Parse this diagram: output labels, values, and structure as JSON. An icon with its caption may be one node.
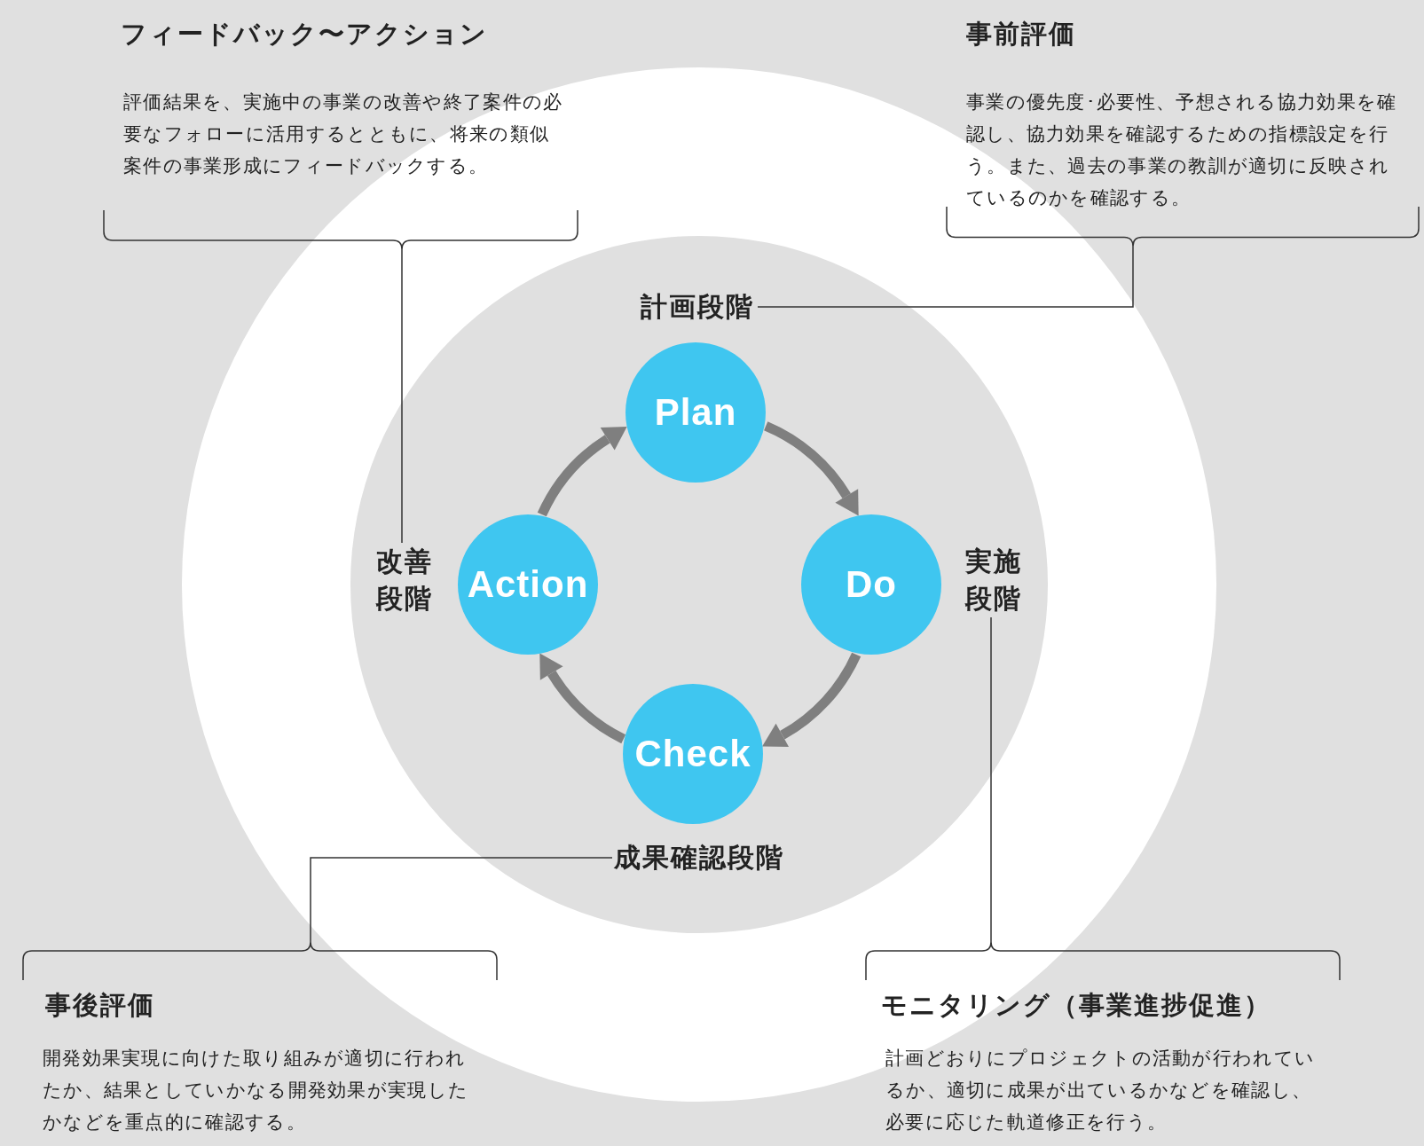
{
  "diagram": {
    "nodes": [
      {
        "text": [
          "Plan"
        ]
      },
      {
        "text": [
          "Do"
        ]
      },
      {
        "text": [
          "Check"
        ]
      },
      {
        "text": [
          "Action"
        ]
      },
      {
        "text": [
          "計画段階"
        ]
      },
      {
        "text": [
          "実施段階"
        ]
      },
      {
        "text": [
          "成果確認段階"
        ]
      },
      {
        "text": [
          "改善段階"
        ]
      },
      {
        "text": [
          "事前評価",
          "事業の優先度･必要性、予想される協力効果を確認し、協力効果を確認するための指標設定を行う。また、過去の事業の教訓が適切に反映されているのかを確認する。"
        ]
      },
      {
        "text": [
          "モニタリング（事業進捗促進）",
          "計画どおりにプロジェクトの活動が行われているか、適切に成果が出ているかなどを確認し、必要に応じた軌道修正を行う。"
        ]
      },
      {
        "text": [
          "事後評価",
          "開発効果実現に向けた取り組みが適切に行われたか、結果としていかなる開発効果が実現したかなどを重点的に確認する。"
        ]
      },
      {
        "text": [
          "フィードバック〜アクション",
          "評価結果を、実施中の事業の改善や終了案件の必要なフォローに活用するとともに、将来の類似案件の事業形成にフィードバックする。"
        ]
      }
    ],
    "edges": [
      {
        "from": 0,
        "to": 1,
        "arrow": "to",
        "style": "thick",
        "color": "#7f7f7f"
      },
      {
        "from": 1,
        "to": 2,
        "arrow": "to",
        "style": "thick",
        "color": "#7f7f7f"
      },
      {
        "from": 2,
        "to": 3,
        "arrow": "to",
        "style": "thick",
        "color": "#7f7f7f"
      },
      {
        "from": 3,
        "to": 0,
        "arrow": "to",
        "style": "thick",
        "color": "#7f7f7f"
      },
      {
        "from": 4,
        "to": 8,
        "arrow": "none"
      },
      {
        "from": 5,
        "to": 9,
        "arrow": "none"
      },
      {
        "from": 6,
        "to": 10,
        "arrow": "none"
      },
      {
        "from": 7,
        "to": 11,
        "arrow": "none"
      }
    ]
  }
}
